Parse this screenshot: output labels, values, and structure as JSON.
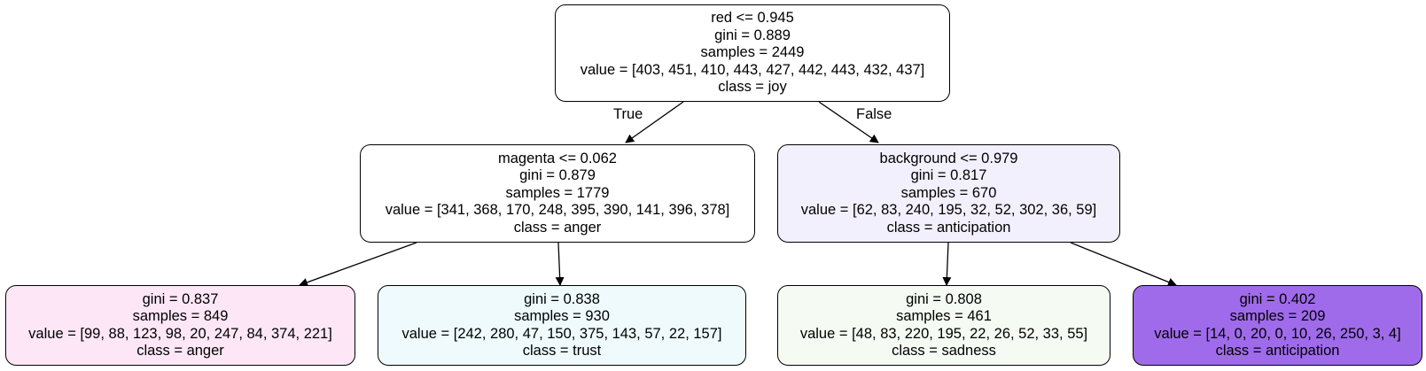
{
  "nodes": {
    "n0": {
      "lines": [
        "red <= 0.945",
        "gini = 0.889",
        "samples = 2449",
        "value = [403, 451, 410, 443, 427, 442, 443, 432, 437]",
        "class = joy"
      ],
      "fill": "#ffffff"
    },
    "n1": {
      "lines": [
        "magenta <= 0.062",
        "gini = 0.879",
        "samples = 1779",
        "value = [341, 368, 170, 248, 395, 390, 141, 396, 378]",
        "class = anger"
      ],
      "fill": "#ffffff"
    },
    "n2": {
      "lines": [
        "background <= 0.979",
        "gini = 0.817",
        "samples = 670",
        "value = [62, 83, 240, 195, 32, 52, 302, 36, 59]",
        "class = anticipation"
      ],
      "fill": "#f3f0fd"
    },
    "n3": {
      "lines": [
        "gini = 0.837",
        "samples = 849",
        "value = [99, 88, 123, 98, 20, 247, 84, 374, 221]",
        "class = anger"
      ],
      "fill": "#fde7f7"
    },
    "n4": {
      "lines": [
        "gini = 0.838",
        "samples = 930",
        "value = [242, 280, 47, 150, 375, 143, 57, 22, 157]",
        "class = trust"
      ],
      "fill": "#eefafc"
    },
    "n5": {
      "lines": [
        "gini = 0.808",
        "samples = 461",
        "value = [48, 83, 220, 195, 22, 26, 52, 33, 55]",
        "class = sadness"
      ],
      "fill": "#f5fbf3"
    },
    "n6": {
      "lines": [
        "gini = 0.402",
        "samples = 209",
        "value = [14, 0, 20, 0, 10, 26, 250, 3, 4]",
        "class = anticipation"
      ],
      "fill": "#9f6beb"
    }
  },
  "edge_labels": {
    "true_label": "True",
    "false_label": "False"
  },
  "colors": {
    "stroke": "#000000",
    "text": "#000000"
  }
}
